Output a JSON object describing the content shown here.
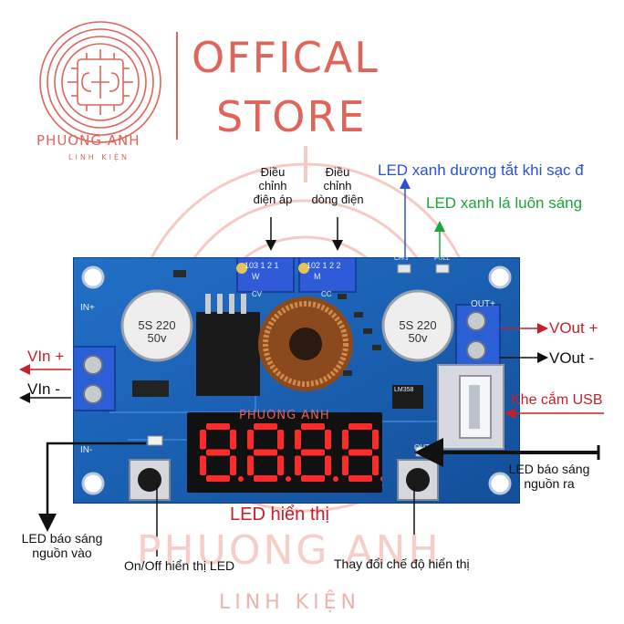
{
  "colors": {
    "accent": "#e0645a",
    "pcb": "#1b62b8",
    "label_red": "#c8202a",
    "label_blue": "#2a52d8",
    "label_green": "#19a63a",
    "segment_red": "#ff2a2a"
  },
  "store": {
    "title_line1": "OFFICAL",
    "title_line2": "STORE",
    "brand": "PHUONG ANH",
    "brand_sub": "LINH KIỆN"
  },
  "labels": {
    "adj_voltage_l1": "Điều",
    "adj_voltage_l2": "chỉnh",
    "adj_voltage_l3": "điện áp",
    "adj_current_l1": "Điều",
    "adj_current_l2": "chỉnh",
    "adj_current_l3": "dòng điện",
    "led_blue": "LED xanh dương tắt khi sạc đ",
    "led_green": "LED xanh lá luôn sáng",
    "vout_plus": "VOut +",
    "vout_minus": "VOut -",
    "vin_plus": "VIn +",
    "vin_minus": "VIn -",
    "usb": "Khe cắm USB",
    "led_out_l1": "LED báo sáng",
    "led_out_l2": "nguồn ra",
    "led_in_l1": "LED báo sáng",
    "led_in_l2": "nguồn vào",
    "display": "LED hiển thị",
    "onoff": "On/Off hiển thị LED",
    "mode": "Thay đổi chế độ hiển thị"
  },
  "pcb": {
    "in_plus": "IN+",
    "in_minus": "IN-",
    "out_plus": "OUT+",
    "out_minus": "OUT-",
    "cap_left": "5S 220 50v",
    "cap_right": "5S 220 50v",
    "pot_left": "103 1 2 1",
    "pot_right": "102 1 2 2",
    "pot_left_letter": "W",
    "pot_right_letter": "M",
    "cv": "CV",
    "cc": "CC",
    "chg": "CHG",
    "full": "FULL",
    "display_digits": "8.8.8.8",
    "usb_chip": "LM358"
  }
}
